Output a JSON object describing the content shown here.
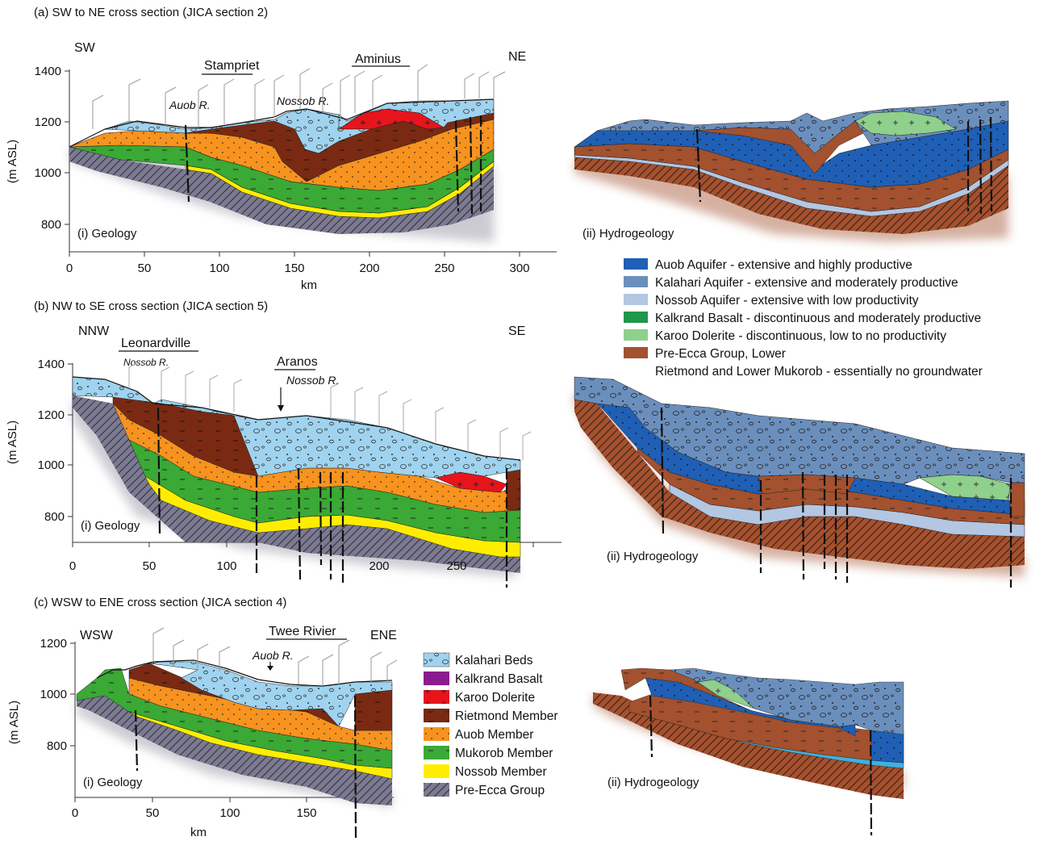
{
  "sections": [
    {
      "title": "(a) SW to NE cross section (JICA section 2)",
      "dir_left": "SW",
      "dir_right": "NE",
      "places": [
        "Stampriet",
        "Aminius"
      ],
      "rivers": [
        "Auob R.",
        "Nossob R."
      ],
      "y_label": "(m ASL)",
      "y_ticks": [
        "1400",
        "1200",
        "1000",
        "800"
      ],
      "x_ticks": [
        "0",
        "50",
        "100",
        "150",
        "200",
        "250",
        "300"
      ],
      "x_label": "km",
      "geology_label": "(i) Geology",
      "hydro_label": "(ii) Hydrogeology"
    },
    {
      "title": "(b) NW to SE cross section (JICA section 5)",
      "dir_left": "NNW",
      "dir_right": "SE",
      "places": [
        "Leonardville",
        "Aranos"
      ],
      "rivers": [
        "Nossob R.",
        "Nossob R."
      ],
      "y_label": "(m ASL)",
      "y_ticks": [
        "1400",
        "1200",
        "1000",
        "800"
      ],
      "x_ticks": [
        "0",
        "50",
        "100",
        "200",
        "250"
      ],
      "geology_label": "(i) Geology",
      "hydro_label": "(ii) Hydrogeology"
    },
    {
      "title": "(c) WSW to ENE cross section (JICA section 4)",
      "dir_left": "WSW",
      "dir_right": "ENE",
      "places": [
        "Twee Rivier"
      ],
      "rivers": [
        "Auob R."
      ],
      "y_label": "(m ASL)",
      "y_ticks": [
        "1200",
        "1000",
        "800"
      ],
      "x_ticks": [
        "0",
        "50",
        "100",
        "150"
      ],
      "x_label": "km",
      "geology_label": "(i) Geology",
      "hydro_label": "(ii) Hydrogeology"
    }
  ],
  "hydro_legend": [
    {
      "label": "Auob Aquifer  - extensive and highly productive",
      "color": "#1f5fb5"
    },
    {
      "label": "Kalahari Aquifer - extensive and moderately productive",
      "color": "#6b8fbd"
    },
    {
      "label": "Nossob Aquifer - extensive with low productivity",
      "color": "#b3c6e2"
    },
    {
      "label": "Kalkrand Basalt - discontinuous and moderately productive",
      "color": "#20964a"
    },
    {
      "label": "Karoo Dolerite - discontinuous, low to no productivity",
      "color": "#8fd08c"
    },
    {
      "label": "Pre-Ecca Group, Lower",
      "color": "#a3512f"
    },
    {
      "label": "Rietmond and Lower Mukorob  - essentially no groundwater",
      "color": ""
    }
  ],
  "geology_legend": [
    {
      "label": "Kalahari Beds",
      "color": "#9fd3ef"
    },
    {
      "label": "Kalkrand Basalt",
      "color": "#8b1b8c"
    },
    {
      "label": "Karoo Dolerite",
      "color": "#e8141c"
    },
    {
      "label": "Rietmond Member",
      "color": "#7a2a12"
    },
    {
      "label": "Auob Member",
      "color": "#f7931e"
    },
    {
      "label": "Mukorob Member",
      "color": "#3aa935"
    },
    {
      "label": "Nossob Member",
      "color": "#ffed00"
    },
    {
      "label": "Pre-Ecca Group",
      "color": "#7a7890"
    }
  ]
}
